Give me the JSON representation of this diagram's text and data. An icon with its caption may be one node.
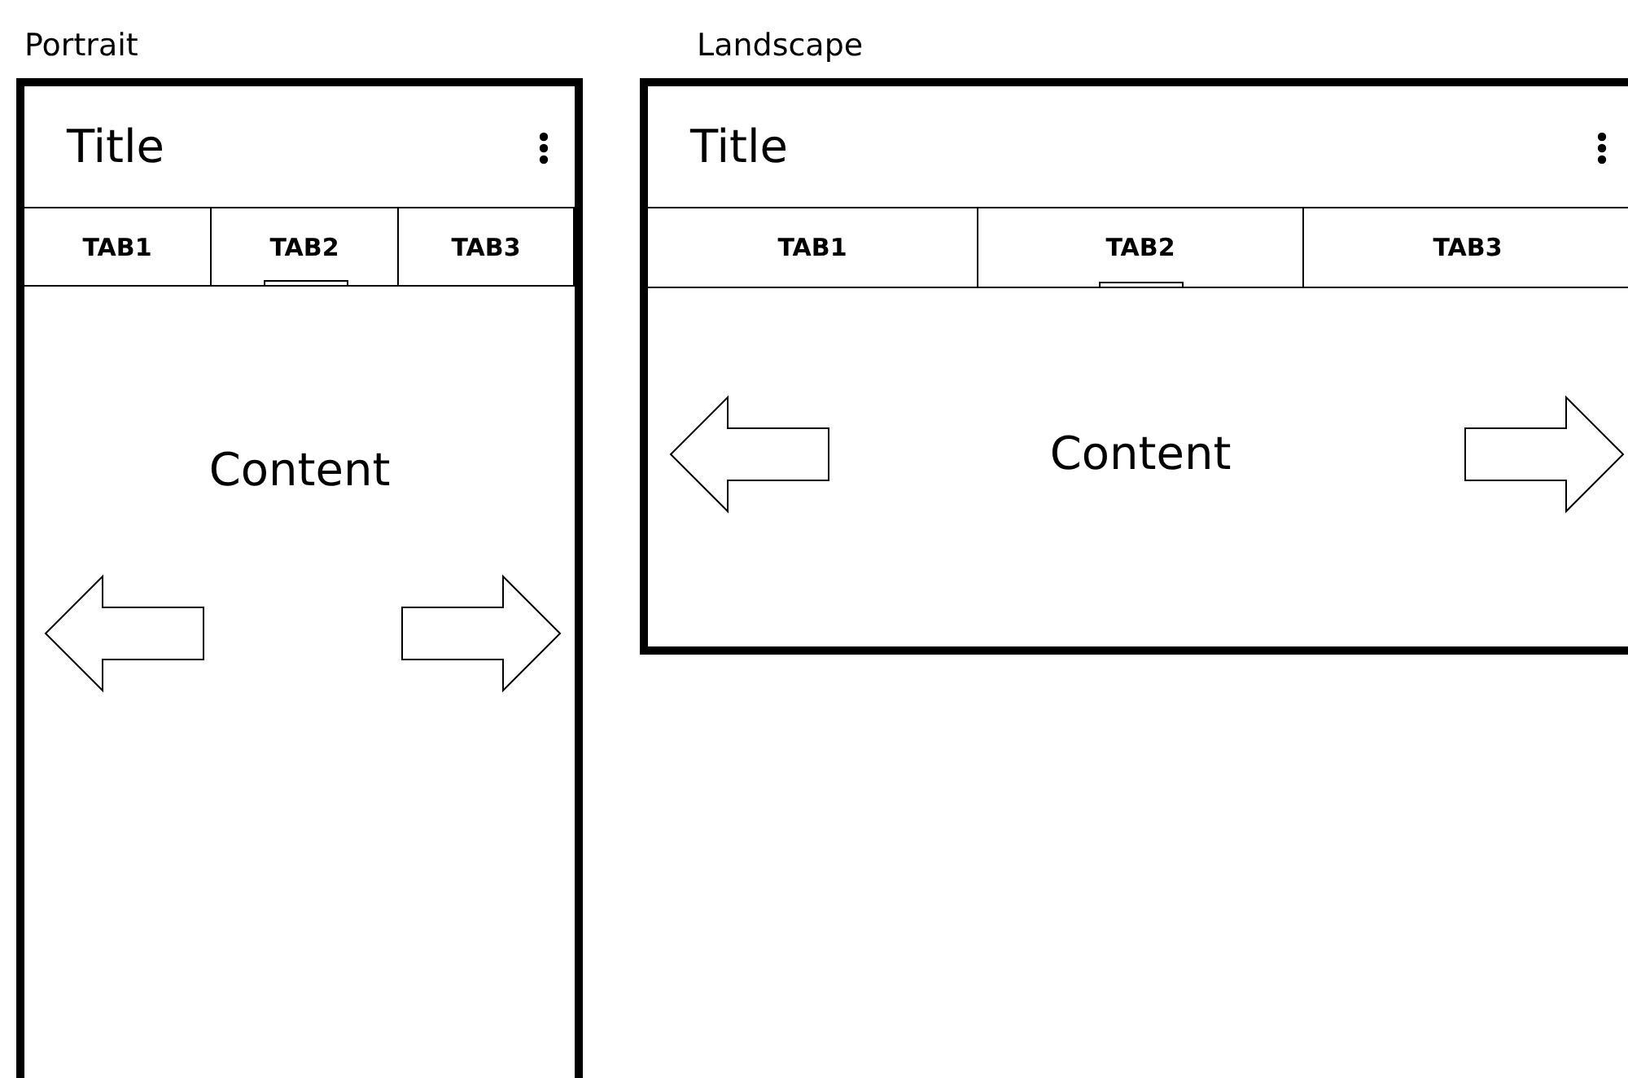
{
  "diagram": {
    "nodes": [
      {
        "text": [
          "Portrait"
        ]
      },
      {
        "text": [
          "Title"
        ],
        "in": 0
      },
      {
        "text": [
          "TAB1"
        ],
        "in": 0
      },
      {
        "text": [
          "TAB2"
        ],
        "in": 0
      },
      {
        "text": [
          "TAB3"
        ],
        "in": 0
      },
      {
        "text": [
          "Content"
        ],
        "in": 0
      },
      {
        "text": [
          "Landscape"
        ]
      },
      {
        "text": [
          "Title"
        ],
        "in": 6
      },
      {
        "text": [
          "TAB1"
        ],
        "in": 6
      },
      {
        "text": [
          "TAB2"
        ],
        "in": 6
      },
      {
        "text": [
          "TAB3"
        ],
        "in": 6
      },
      {
        "text": [
          "Content"
        ],
        "in": 6
      }
    ]
  }
}
